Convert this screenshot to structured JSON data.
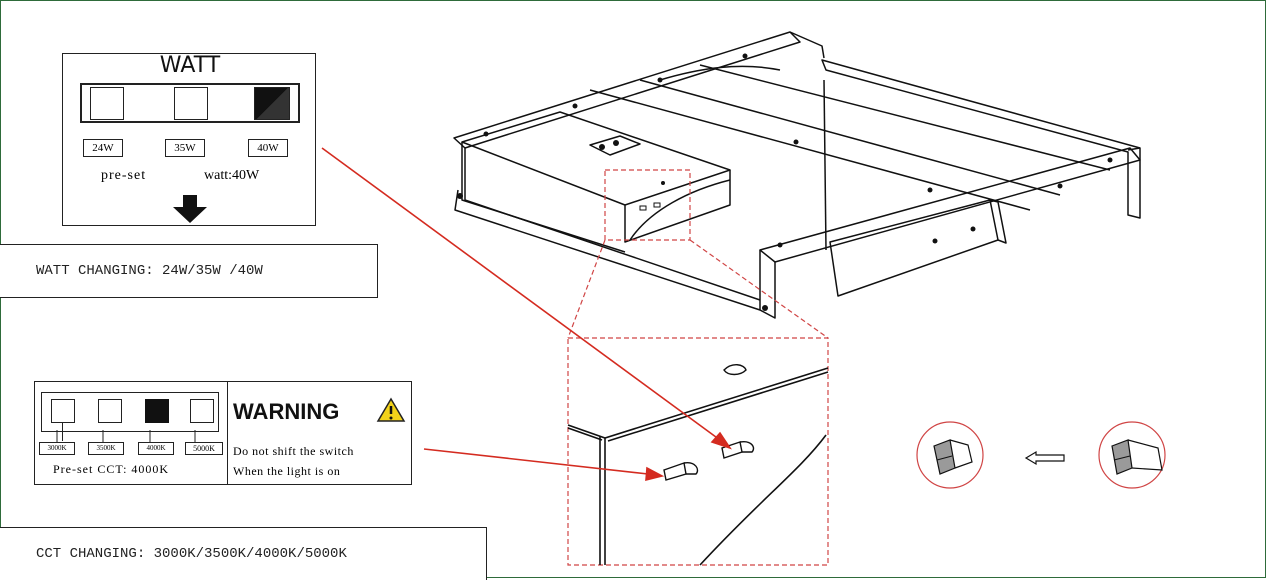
{
  "watt_panel": {
    "title": "WATT",
    "options": [
      "24W",
      "35W",
      "40W"
    ],
    "preset_label": "pre-set",
    "preset_value": "watt:40W"
  },
  "watt_changing": {
    "text": "WATT CHANGING: 24W/35W /40W"
  },
  "cct_panel": {
    "options": [
      "3000K",
      "3500K",
      "4000K",
      "5000K"
    ],
    "preset_text": "Pre-set CCT: 4000K",
    "warning_title": "WARNING",
    "warning_line1": "Do not shift the switch",
    "warning_line2": "When the light is on"
  },
  "cct_changing": {
    "text": "CCT CHANGING: 3000K/3500K/4000K/5000K"
  },
  "colors": {
    "arrow": "#d42b20",
    "frame": "#2e6b3a",
    "callout": "#d04545",
    "warning_sign": "#f2d21a"
  },
  "icons": [
    "arrow-down-icon",
    "warning-triangle-icon",
    "switch-detail-icon",
    "hollow-left-arrow-icon"
  ]
}
